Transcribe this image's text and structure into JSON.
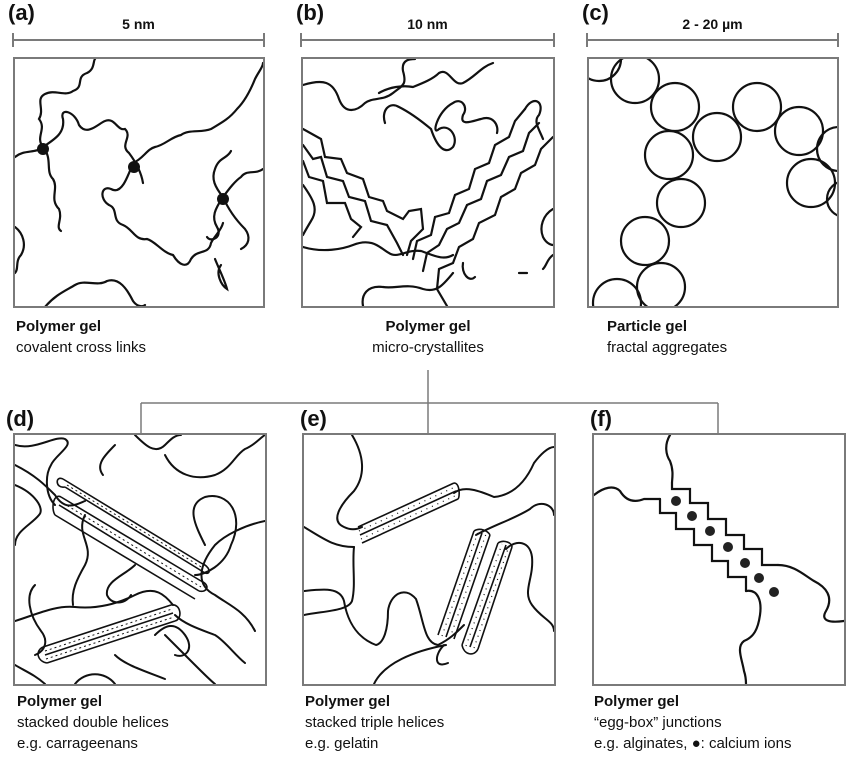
{
  "figure": {
    "panels": [
      {
        "id": "a",
        "label": "(a)",
        "scale": "5 nm",
        "title": "Polymer gel",
        "lines": [
          "covalent cross links"
        ]
      },
      {
        "id": "b",
        "label": "(b)",
        "scale": "10 nm",
        "title": "Polymer gel",
        "lines": [
          "micro-crystallites"
        ]
      },
      {
        "id": "c",
        "label": "(c)",
        "scale": "2 - 20 µm",
        "title": "Particle gel",
        "lines": [
          "fractal aggregates"
        ]
      },
      {
        "id": "d",
        "label": "(d)",
        "title": "Polymer gel",
        "lines": [
          "stacked double helices",
          "e.g. carrageenans"
        ]
      },
      {
        "id": "e",
        "label": "(e)",
        "title": "Polymer gel",
        "lines": [
          "stacked triple helices",
          "e.g. gelatin"
        ]
      },
      {
        "id": "f",
        "label": "(f)",
        "title": "Polymer gel",
        "lines": [
          "“egg-box” junctions",
          "e.g. alginates, ●: calcium ions"
        ]
      }
    ],
    "colors": {
      "frame": "#7a7a7a",
      "ink": "#111111"
    }
  }
}
